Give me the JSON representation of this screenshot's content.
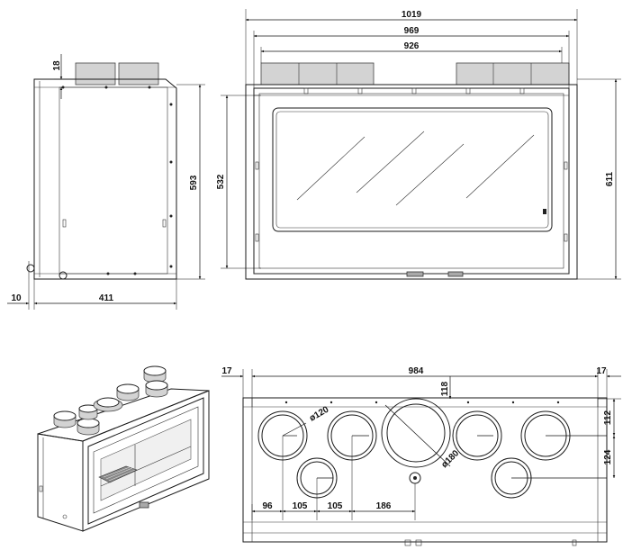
{
  "diagram": {
    "side_view": {
      "depth": "411",
      "height": "593",
      "top_offset": "18",
      "bottom_offset": "10"
    },
    "front_view": {
      "outer_width": "1019",
      "frame_width": "969",
      "inner_width": "926",
      "glass_height": "532",
      "total_height": "611"
    },
    "top_view": {
      "left_margin": "17",
      "width": "984",
      "right_margin": "17",
      "duct_offset": "118",
      "spacing_a": "112",
      "spacing_b": "124",
      "small_diameter": "ø120",
      "large_diameter": "ø180",
      "pitch_1": "96",
      "pitch_2": "105",
      "pitch_3": "105",
      "pitch_4": "186"
    }
  }
}
